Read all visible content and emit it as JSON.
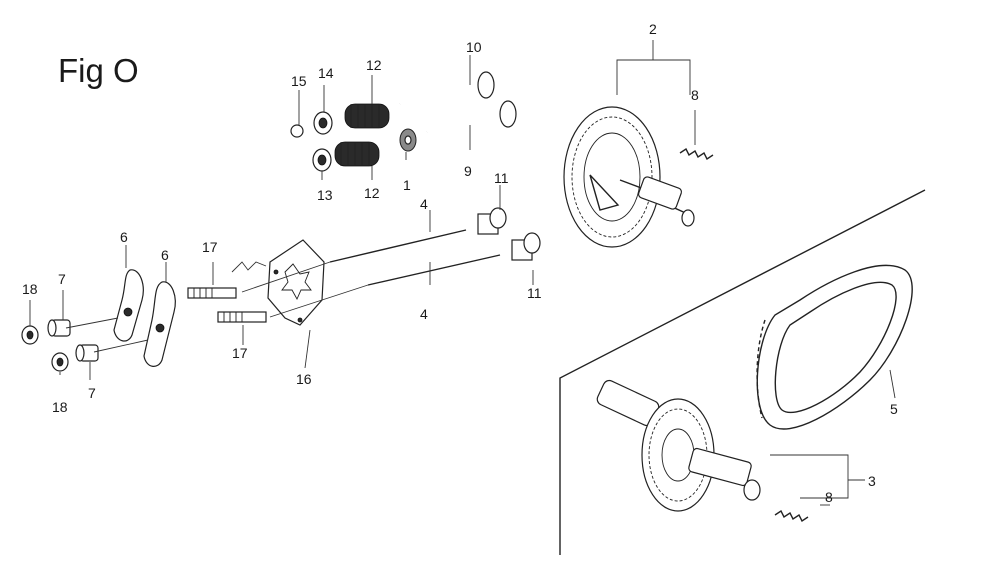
{
  "figure": {
    "title": "Fig O"
  },
  "callouts": {
    "c1": "1",
    "c2": "2",
    "c3": "3",
    "c4a": "4",
    "c4b": "4",
    "c5": "5",
    "c6a": "6",
    "c6b": "6",
    "c7a": "7",
    "c7b": "7",
    "c8a": "8",
    "c8b": "8",
    "c9": "9",
    "c10": "10",
    "c11a": "11",
    "c11b": "11",
    "c12a": "12",
    "c12b": "12",
    "c13": "13",
    "c14": "14",
    "c15": "15",
    "c16": "16",
    "c17a": "17",
    "c17b": "17",
    "c18a": "18",
    "c18b": "18"
  },
  "palette": {
    "ink": "#222222",
    "background": "#ffffff"
  }
}
